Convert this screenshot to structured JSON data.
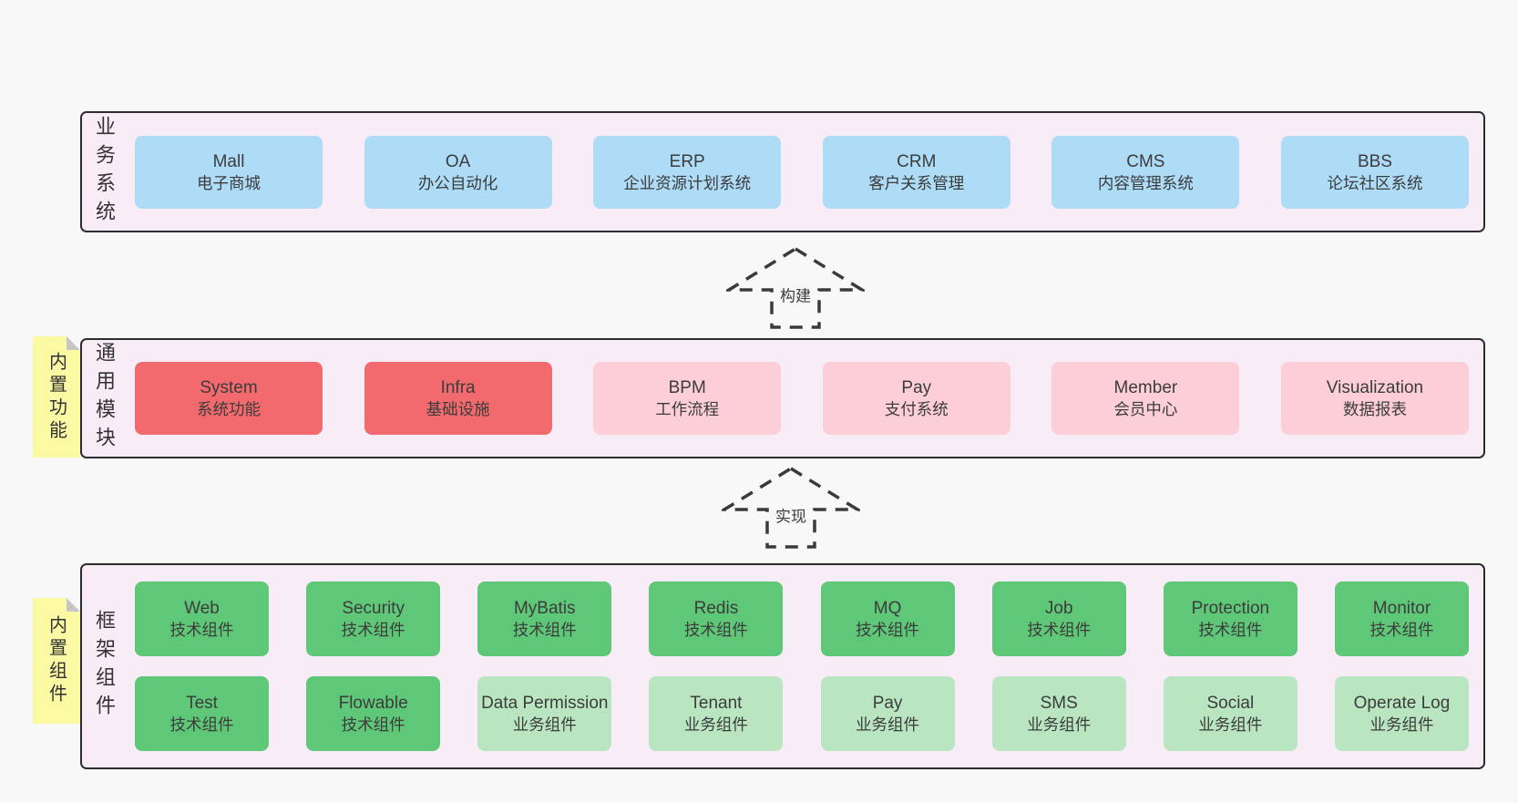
{
  "colors": {
    "page_bg": "#f8f8f8",
    "container_bg": "#f8edf6",
    "container_border": "#2d2d2d",
    "blue_box": "#aedcf7",
    "red_box": "#f2696e",
    "pink_box": "#fccfd8",
    "green_box": "#5fc878",
    "light_green_box": "#b9e6c1",
    "sticky_note": "#fbf9a3",
    "note_fold": "#c6c6c6",
    "text": "#3c3c3c"
  },
  "arrows": [
    {
      "label": "构建"
    },
    {
      "label": "实现"
    }
  ],
  "layers": [
    {
      "id": "business-systems",
      "label": "业务系统",
      "boxes": [
        {
          "en": "Mall",
          "zh": "电子商城",
          "type": "blue"
        },
        {
          "en": "OA",
          "zh": "办公自动化",
          "type": "blue"
        },
        {
          "en": "ERP",
          "zh": "企业资源计划系统",
          "type": "blue"
        },
        {
          "en": "CRM",
          "zh": "客户关系管理",
          "type": "blue"
        },
        {
          "en": "CMS",
          "zh": "内容管理系统",
          "type": "blue"
        },
        {
          "en": "BBS",
          "zh": "论坛社区系统",
          "type": "blue"
        }
      ]
    },
    {
      "id": "common-modules",
      "label": "通用模块",
      "note": "内置功能",
      "boxes": [
        {
          "en": "System",
          "zh": "系统功能",
          "type": "red"
        },
        {
          "en": "Infra",
          "zh": "基础设施",
          "type": "red"
        },
        {
          "en": "BPM",
          "zh": "工作流程",
          "type": "pink"
        },
        {
          "en": "Pay",
          "zh": "支付系统",
          "type": "pink"
        },
        {
          "en": "Member",
          "zh": "会员中心",
          "type": "pink"
        },
        {
          "en": "Visualization",
          "zh": "数据报表",
          "type": "pink"
        }
      ]
    },
    {
      "id": "framework-components",
      "label": "框架组件",
      "note": "内置组件",
      "rows": [
        [
          {
            "en": "Web",
            "zh": "技术组件",
            "type": "green"
          },
          {
            "en": "Security",
            "zh": "技术组件",
            "type": "green"
          },
          {
            "en": "MyBatis",
            "zh": "技术组件",
            "type": "green"
          },
          {
            "en": "Redis",
            "zh": "技术组件",
            "type": "green"
          },
          {
            "en": "MQ",
            "zh": "技术组件",
            "type": "green"
          },
          {
            "en": "Job",
            "zh": "技术组件",
            "type": "green"
          },
          {
            "en": "Protection",
            "zh": "技术组件",
            "type": "green"
          },
          {
            "en": "Monitor",
            "zh": "技术组件",
            "type": "green"
          }
        ],
        [
          {
            "en": "Test",
            "zh": "技术组件",
            "type": "green"
          },
          {
            "en": "Flowable",
            "zh": "技术组件",
            "type": "green"
          },
          {
            "en": "Data Permission",
            "zh": "业务组件",
            "type": "green-light"
          },
          {
            "en": "Tenant",
            "zh": "业务组件",
            "type": "green-light"
          },
          {
            "en": "Pay",
            "zh": "业务组件",
            "type": "green-light"
          },
          {
            "en": "SMS",
            "zh": "业务组件",
            "type": "green-light"
          },
          {
            "en": "Social",
            "zh": "业务组件",
            "type": "green-light"
          },
          {
            "en": "Operate Log",
            "zh": "业务组件",
            "type": "green-light"
          }
        ]
      ]
    }
  ]
}
